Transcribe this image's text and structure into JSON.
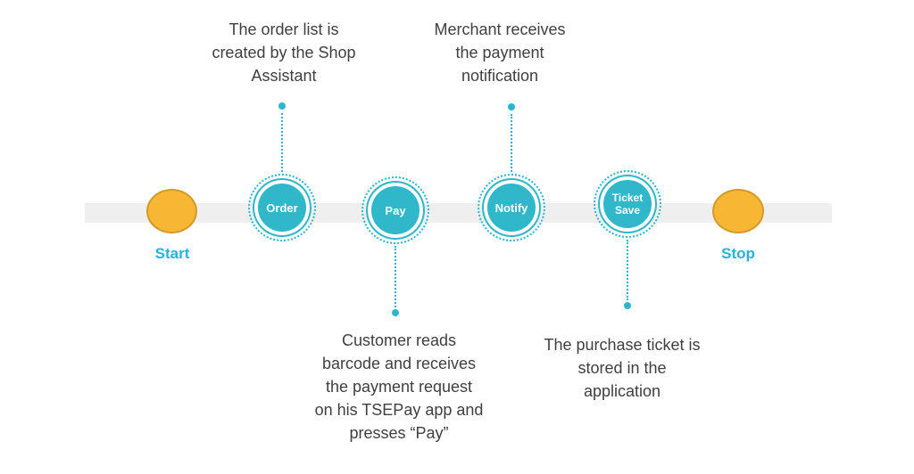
{
  "terminals": {
    "start": "Start",
    "stop": "Stop"
  },
  "steps": [
    {
      "id": "order",
      "label": "Order",
      "annotation_side": "top",
      "annotation_lines": [
        "The order list is",
        "created by the Shop",
        "Assistant"
      ]
    },
    {
      "id": "pay",
      "label": "Pay",
      "annotation_side": "bottom",
      "annotation_lines": [
        "Customer reads",
        "barcode and receives",
        "the payment request",
        "on his TSEPay app and",
        "presses “Pay”"
      ]
    },
    {
      "id": "notify",
      "label": "Notify",
      "annotation_side": "top",
      "annotation_lines": [
        "Merchant receives",
        "the payment",
        "notification"
      ]
    },
    {
      "id": "ticket-save",
      "label": "Ticket Save",
      "annotation_side": "bottom",
      "annotation_lines": [
        "The purchase ticket is",
        "stored in the",
        "application"
      ]
    }
  ],
  "colors": {
    "node_teal": "#30b7c9",
    "connector_teal": "#2bb6ce",
    "terminal_orange": "#f7b735",
    "terminal_orange_border": "#d39a2b",
    "label_cyan": "#27b2d8",
    "annotation_text": "#3f3f3f",
    "band_gray": "#efefef"
  }
}
